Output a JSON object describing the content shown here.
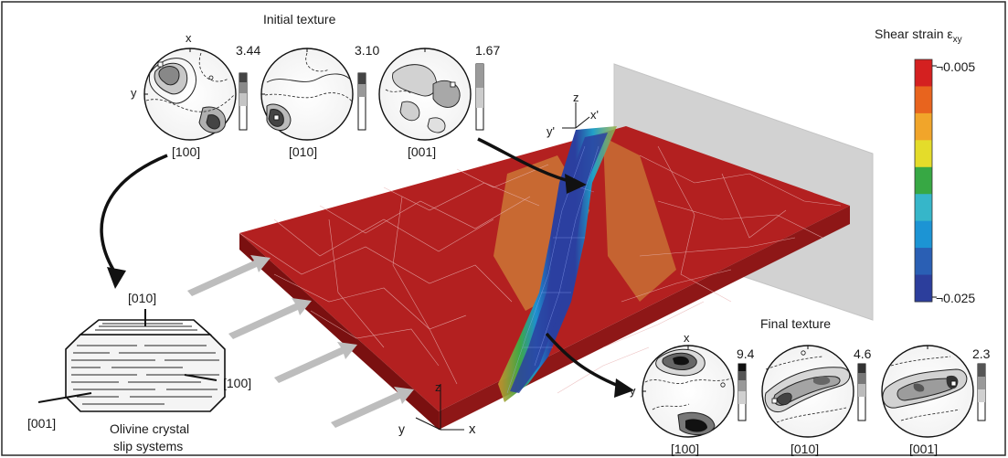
{
  "initial_texture": {
    "title": "Initial texture",
    "axis_x": "x",
    "axis_y": "y",
    "figures": [
      {
        "label": "[100]",
        "max": "3.44"
      },
      {
        "label": "[010]",
        "max": "3.10"
      },
      {
        "label": "[001]",
        "max": "1.67"
      }
    ]
  },
  "final_texture": {
    "title": "Final texture",
    "axis_x": "x",
    "axis_y": "y",
    "figures": [
      {
        "label": "[100]",
        "max": "9.4"
      },
      {
        "label": "[010]",
        "max": "4.6"
      },
      {
        "label": "[001]",
        "max": "2.3"
      }
    ]
  },
  "colorbar": {
    "title": "Shear strain ε",
    "subscript": "xy",
    "top_label": "¬0.005",
    "bottom_label": "¬0.025",
    "colors": [
      "#d42020",
      "#e8641e",
      "#f1a52a",
      "#e4dc2a",
      "#37a844",
      "#36b6c9",
      "#1c94d4",
      "#2a5fb4",
      "#2c3e9c"
    ]
  },
  "slab_axes": {
    "x": "x",
    "y": "y",
    "z": "z"
  },
  "rotated_axes": {
    "x": "x'",
    "y": "y'",
    "z": "z"
  },
  "crystal": {
    "label_010": "[010]",
    "label_100": "[100]",
    "label_001": "[001]",
    "caption_line1": "Olivine crystal",
    "caption_line2": "slip systems"
  },
  "colors": {
    "slab_red": "#b42222",
    "shear_blue": "#2c3fa0",
    "wall_grey": "#d0d0d0",
    "arrow_grey": "#b9b9b9"
  }
}
